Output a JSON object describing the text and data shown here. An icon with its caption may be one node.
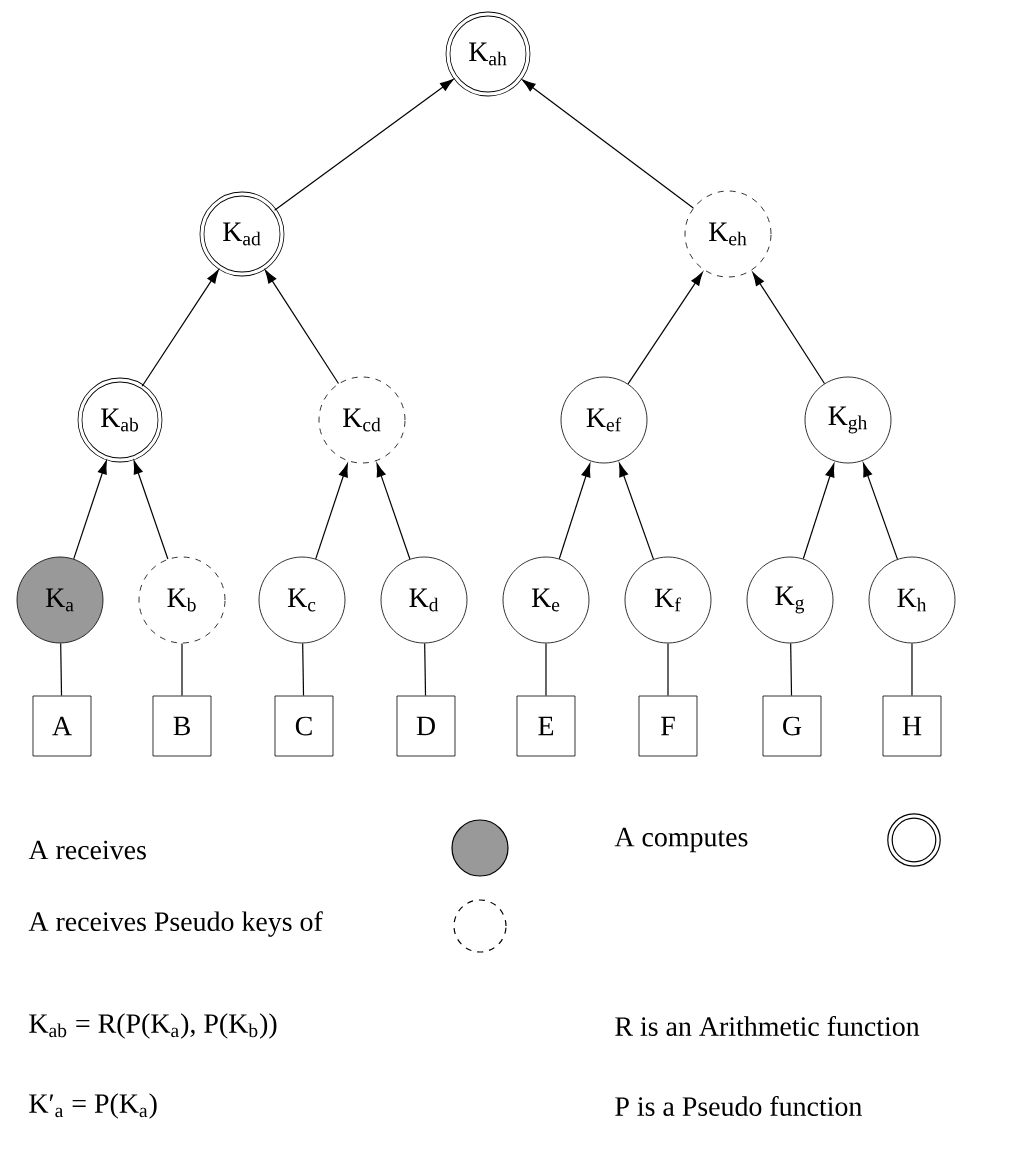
{
  "diagram": {
    "nodes": [
      {
        "text": [
          "K$_{ah}$"
        ]
      },
      {
        "text": [
          "K$_{ad}$"
        ]
      },
      {
        "text": [
          "K$_{eh}$"
        ]
      },
      {
        "text": [
          "K$_{ab}$"
        ]
      },
      {
        "text": [
          "K$_{cd}$"
        ]
      },
      {
        "text": [
          "K$_{ef}$"
        ]
      },
      {
        "text": [
          "K$_{gh}$"
        ]
      },
      {
        "text": [
          "K$_{a}$"
        ]
      },
      {
        "text": [
          "K$_{b}$"
        ]
      },
      {
        "text": [
          "K$_{c}$"
        ]
      },
      {
        "text": [
          "K$_{d}$"
        ]
      },
      {
        "text": [
          "K$_{e}$"
        ]
      },
      {
        "text": [
          "K$_{f}$"
        ]
      },
      {
        "text": [
          "K$_{g}$"
        ]
      },
      {
        "text": [
          "K$_{h}$"
        ]
      },
      {
        "text": [
          "A"
        ]
      },
      {
        "text": [
          "B"
        ]
      },
      {
        "text": [
          "C"
        ]
      },
      {
        "text": [
          "D"
        ]
      },
      {
        "text": [
          "E"
        ]
      },
      {
        "text": [
          "F"
        ]
      },
      {
        "text": [
          "G"
        ]
      },
      {
        "text": [
          "H"
        ]
      }
    ],
    "edges": [
      {
        "from": 1,
        "to": 0,
        "arrow": "to"
      },
      {
        "from": 2,
        "to": 0,
        "arrow": "to"
      },
      {
        "from": 3,
        "to": 1,
        "arrow": "to"
      },
      {
        "from": 4,
        "to": 1,
        "arrow": "to"
      },
      {
        "from": 5,
        "to": 2,
        "arrow": "to"
      },
      {
        "from": 6,
        "to": 2,
        "arrow": "to"
      },
      {
        "from": 7,
        "to": 3,
        "arrow": "to"
      },
      {
        "from": 8,
        "to": 3,
        "arrow": "to"
      },
      {
        "from": 9,
        "to": 4,
        "arrow": "to"
      },
      {
        "from": 10,
        "to": 4,
        "arrow": "to"
      },
      {
        "from": 11,
        "to": 5,
        "arrow": "to"
      },
      {
        "from": 12,
        "to": 5,
        "arrow": "to"
      },
      {
        "from": 13,
        "to": 6,
        "arrow": "to"
      },
      {
        "from": 14,
        "to": 6,
        "arrow": "to"
      },
      {
        "from": 15,
        "to": 7,
        "arrow": "none"
      },
      {
        "from": 16,
        "to": 8,
        "arrow": "none"
      },
      {
        "from": 17,
        "to": 9,
        "arrow": "none"
      },
      {
        "from": 18,
        "to": 10,
        "arrow": "none"
      },
      {
        "from": 19,
        "to": 11,
        "arrow": "none"
      },
      {
        "from": 20,
        "to": 12,
        "arrow": "none"
      },
      {
        "from": 21,
        "to": 13,
        "arrow": "none"
      },
      {
        "from": 22,
        "to": 14,
        "arrow": "none"
      }
    ],
    "labels": [
      "K$_{ab}$ = R(P(K$_{a}$), P(K$_{b}$))",
      "R is an Arithmetic function",
      "K′$_{a}$ = P(K$_{a}$)",
      "P is a Pseudo function"
    ],
    "legend": [
      {
        "text": "A receives",
        "color": "#999999"
      },
      {
        "text": "A computes"
      },
      {
        "text": "A receives Pseudo keys of"
      }
    ]
  }
}
